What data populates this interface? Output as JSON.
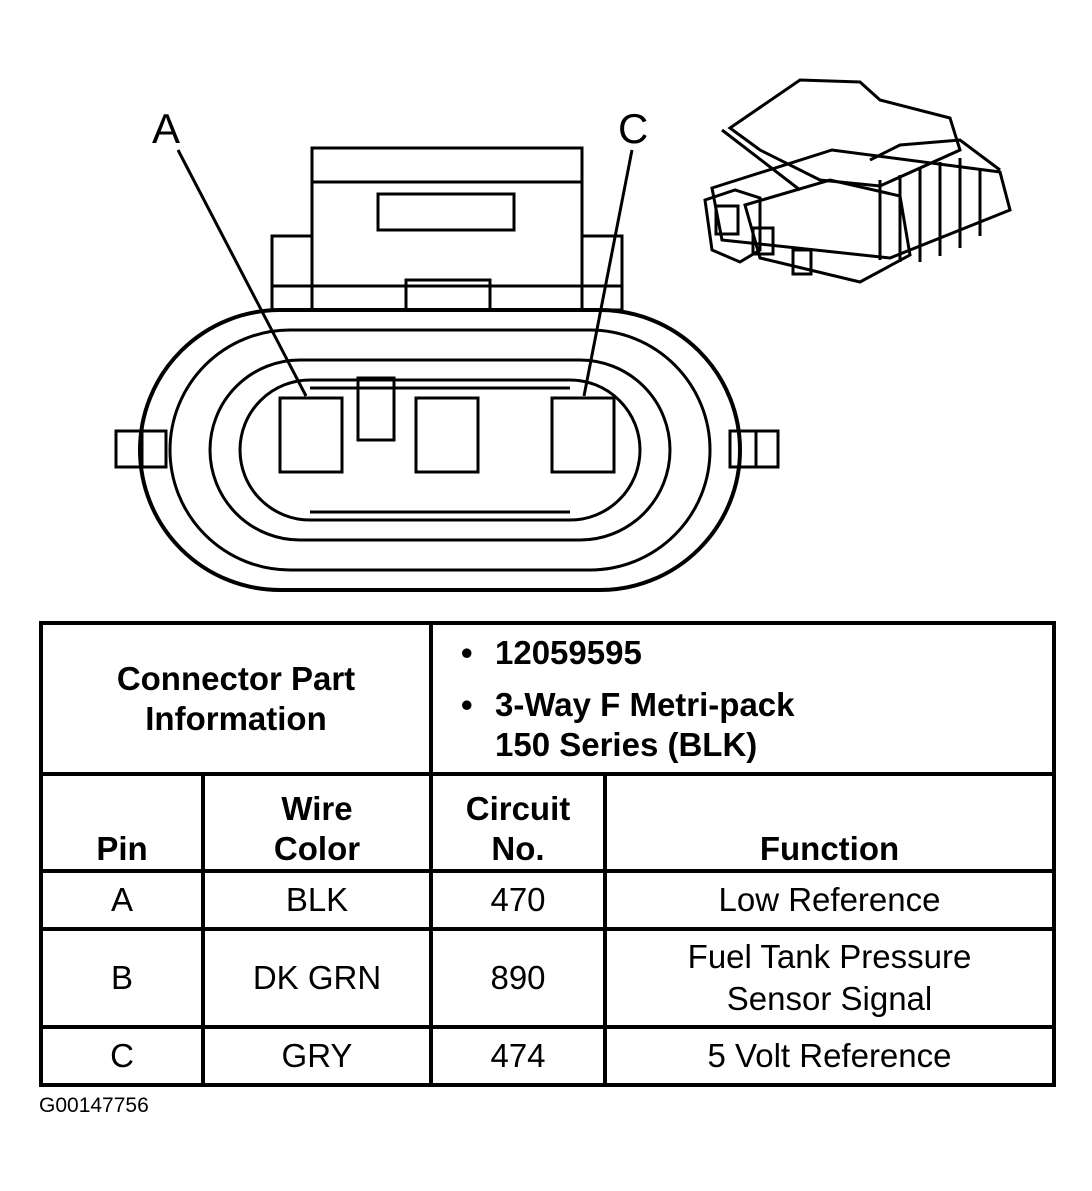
{
  "pin_labels": {
    "a": "A",
    "c": "C"
  },
  "connector_info": {
    "label_line1": "Connector Part",
    "label_line2": "Information",
    "bullet_symbol": "•",
    "part_number": "12059595",
    "description_line1": "3-Way F Metri-pack",
    "description_line2": "150 Series (BLK)"
  },
  "table": {
    "headers": {
      "pin": "Pin",
      "wire_color_line1": "Wire",
      "wire_color_line2": "Color",
      "circuit_line1": "Circuit",
      "circuit_line2": "No.",
      "function": "Function"
    },
    "rows": [
      {
        "pin": "A",
        "wire_color": "BLK",
        "circuit": "470",
        "function_line1": "Low Reference",
        "function_line2": ""
      },
      {
        "pin": "B",
        "wire_color": "DK GRN",
        "circuit": "890",
        "function_line1": "Fuel Tank Pressure",
        "function_line2": "Sensor Signal"
      },
      {
        "pin": "C",
        "wire_color": "GRY",
        "circuit": "474",
        "function_line1": "5 Volt Reference",
        "function_line2": ""
      }
    ]
  },
  "figure_id": "G00147756"
}
